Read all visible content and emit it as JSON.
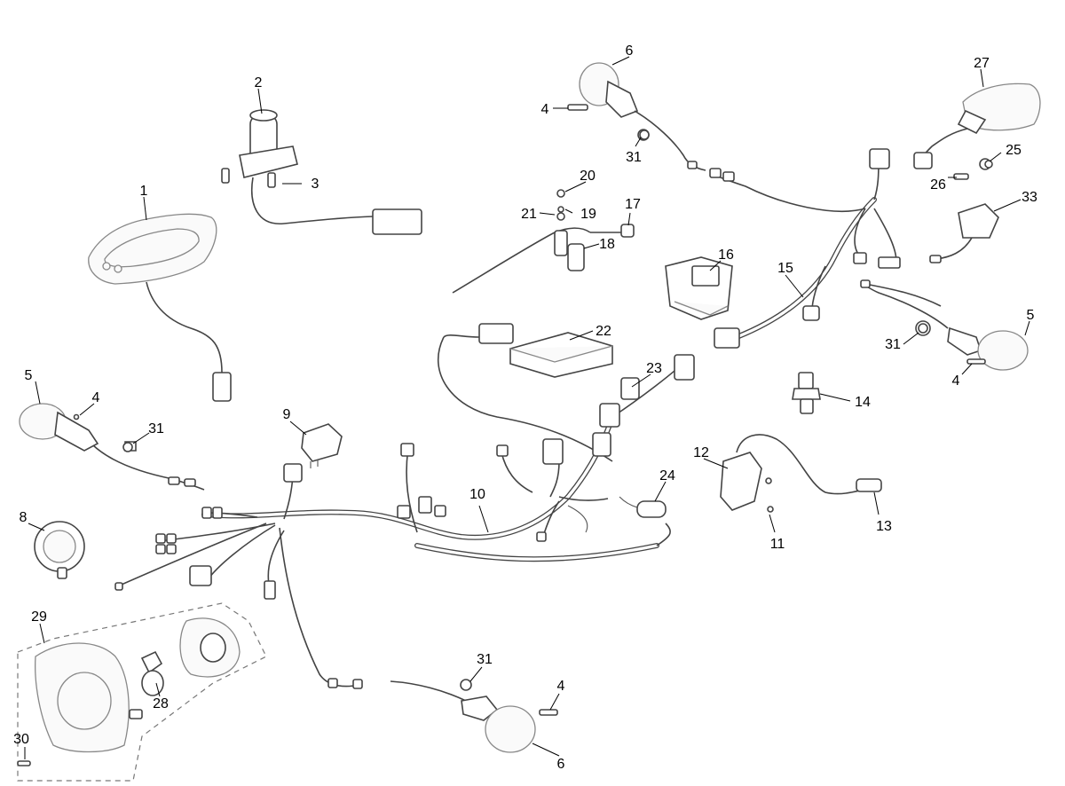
{
  "callouts": [
    "1",
    "2",
    "3",
    "4",
    "5",
    "6",
    "8",
    "9",
    "10",
    "11",
    "12",
    "13",
    "14",
    "15",
    "16",
    "17",
    "18",
    "19",
    "20",
    "21",
    "22",
    "23",
    "24",
    "25",
    "26",
    "27",
    "28",
    "29",
    "30",
    "31",
    "33"
  ]
}
